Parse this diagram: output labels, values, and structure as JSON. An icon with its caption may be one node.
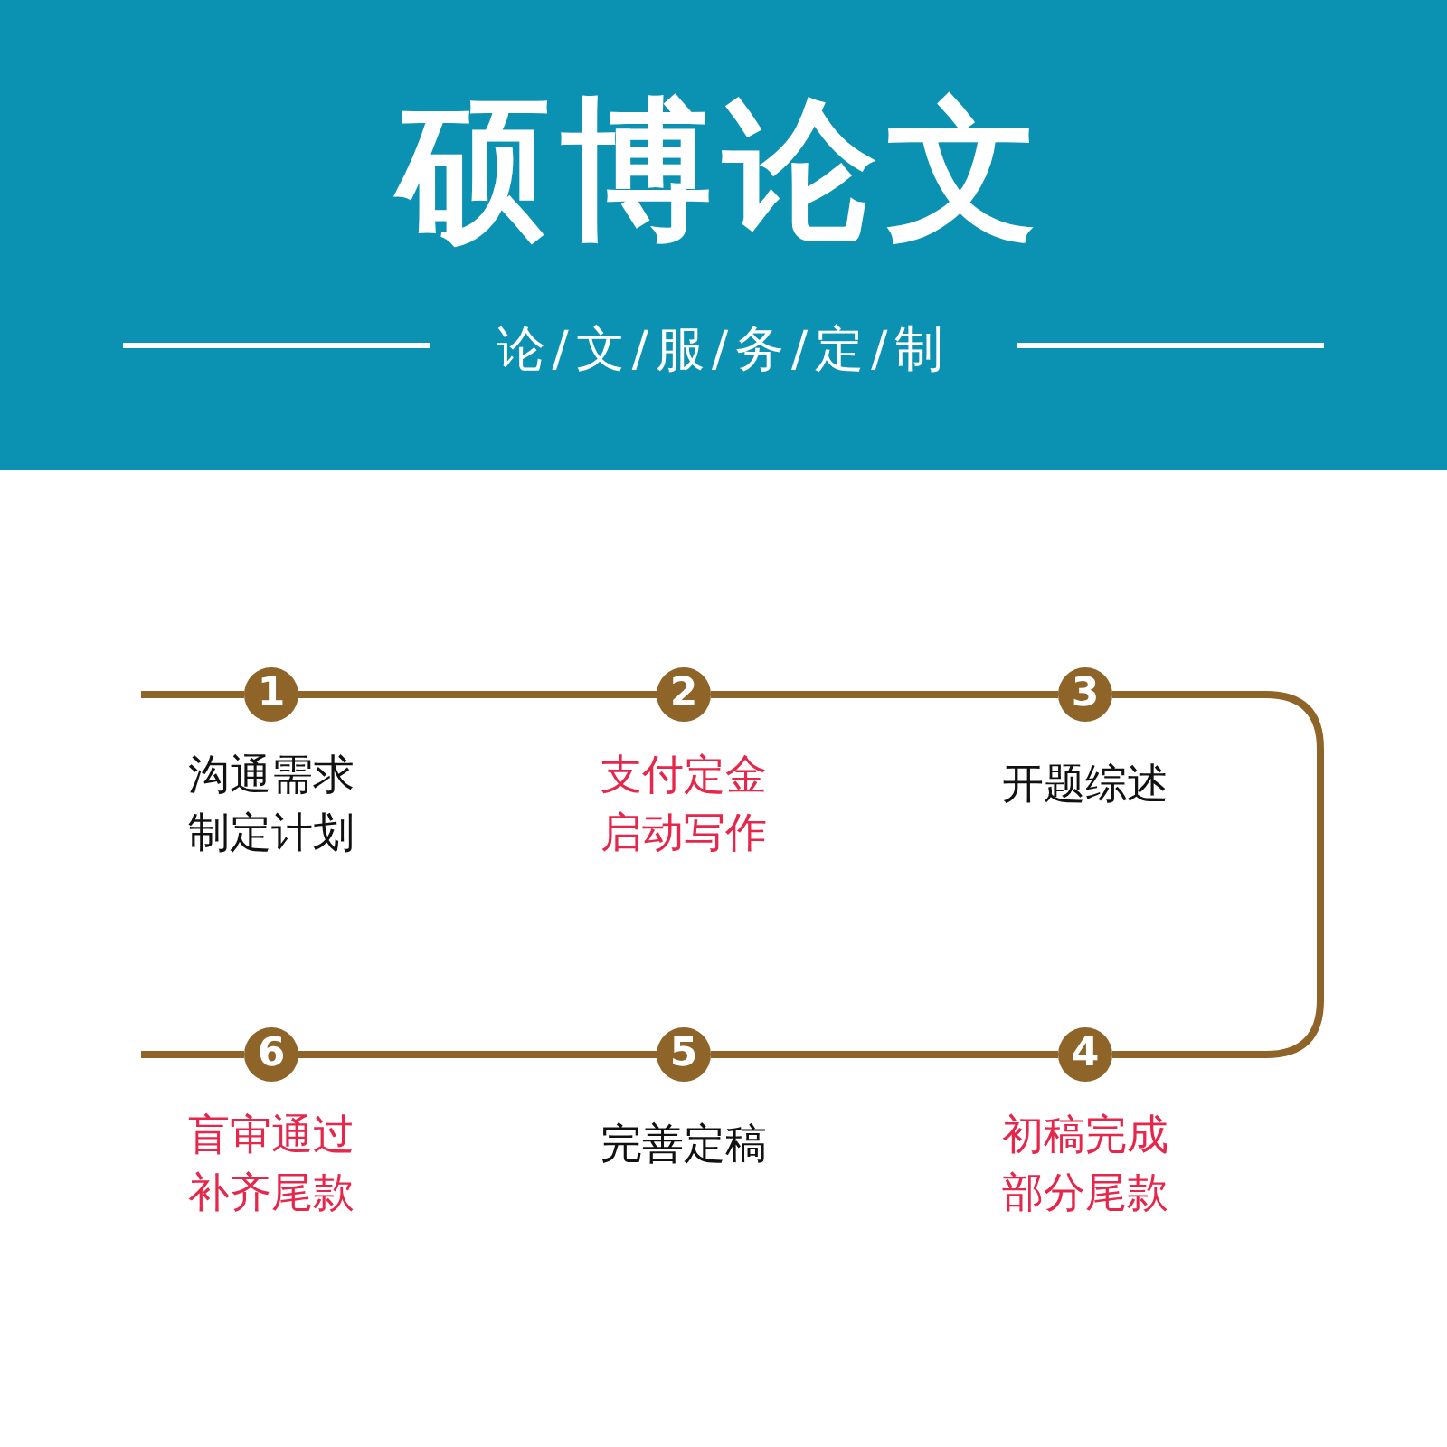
{
  "diagram": {
    "title": "硕博论文",
    "nodes": [
      {
        "text": [
          "1"
        ],
        "beside": [
          "沟通需求制定计划"
        ]
      },
      {
        "text": [
          "2"
        ],
        "beside": [
          "支付定金启动写作"
        ]
      },
      {
        "text": [
          "3"
        ],
        "beside": [
          "开题综述"
        ]
      },
      {
        "text": [
          "6"
        ],
        "beside": [
          "盲审通过补齐尾款"
        ]
      },
      {
        "text": [
          "5"
        ],
        "beside": [
          "完善定稿"
        ]
      },
      {
        "text": [
          "4"
        ],
        "beside": [
          "初稿完成部分尾款"
        ]
      }
    ],
    "edges": [
      {
        "from": null,
        "to": 0,
        "arrow": "none"
      },
      {
        "from": 0,
        "to": 1,
        "arrow": "none"
      },
      {
        "from": 1,
        "to": 2,
        "arrow": "none"
      },
      {
        "from": 2,
        "to": 5,
        "arrow": "none"
      },
      {
        "from": 5,
        "to": 4,
        "arrow": "none"
      },
      {
        "from": 4,
        "to": 3,
        "arrow": "none"
      },
      {
        "from": 3,
        "to": null,
        "arrow": "none"
      }
    ],
    "labels": [
      "论/文/服/务/定/制"
    ]
  }
}
